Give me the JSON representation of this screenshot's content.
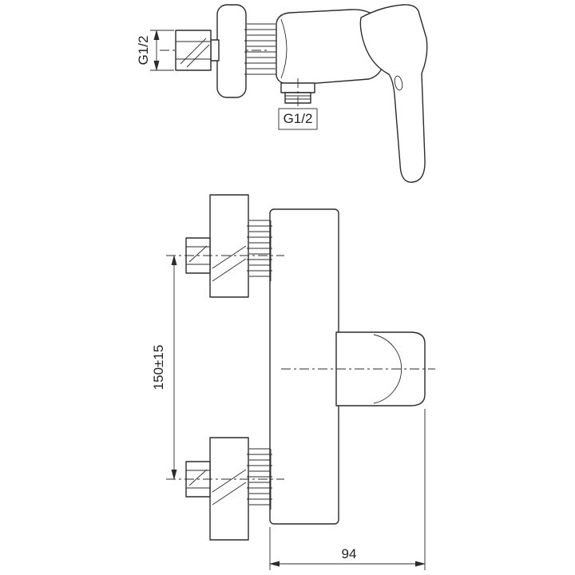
{
  "meta": {
    "background_color": "#ffffff",
    "line_color": "#2b2b2b",
    "drawing_type": "technical dimension drawing of wall-mounted shower mixer faucet"
  },
  "side_view": {
    "inlet_thread_label": "G1/2",
    "outlet_thread_label": "G1/2"
  },
  "front_view": {
    "mounting_distance_label": "150±15",
    "depth_label": "94"
  }
}
